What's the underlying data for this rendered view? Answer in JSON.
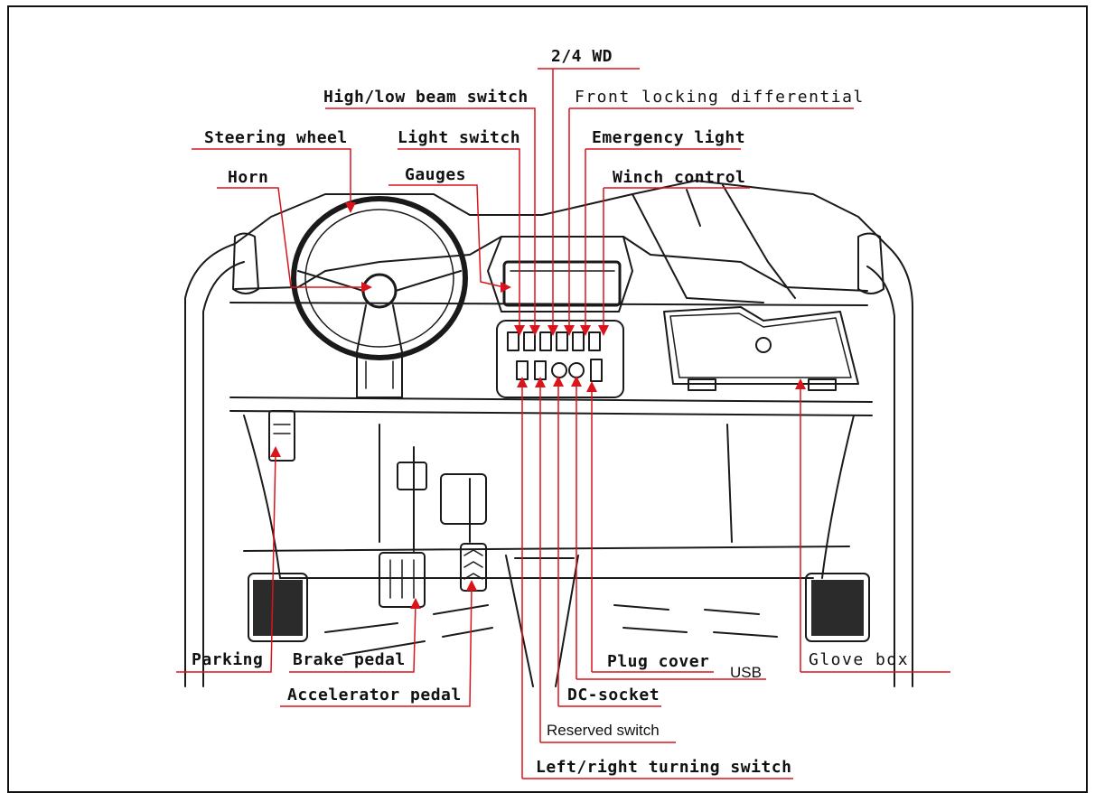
{
  "labels": {
    "wd_2_4": "2/4 WD",
    "high_low_beam_switch": "High/low beam switch",
    "front_locking_differential": "Front locking differential",
    "steering_wheel": "Steering wheel",
    "light_switch": "Light switch",
    "emergency_light": "Emergency light",
    "horn": "Horn",
    "gauges": "Gauges",
    "winch_control": "Winch control",
    "parking": "Parking",
    "brake_pedal": "Brake pedal",
    "plug_cover": "Plug cover",
    "usb": "USB",
    "glove_box": "Glove box",
    "accelerator_pedal": "Accelerator pedal",
    "dc_socket": "DC-socket",
    "reserved_switch": "Reserved switch",
    "left_right_turning_switch": "Left/right turning switch"
  },
  "colors": {
    "leader_line": "#d9141b",
    "drawing_line": "#1a1a1a",
    "label_text": "#111111",
    "background": "#ffffff"
  }
}
